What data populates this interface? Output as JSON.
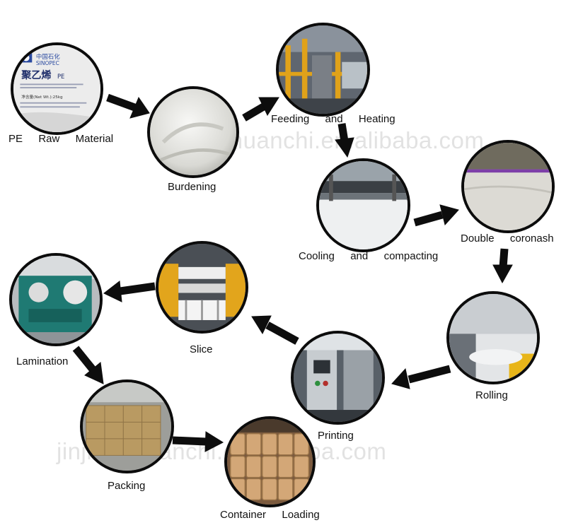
{
  "steps": [
    {
      "id": "pe-raw-material",
      "label": "PE  Raw  Material",
      "image": "pe-resin-bag"
    },
    {
      "id": "burdening",
      "label": "Burdening",
      "image": "white-pellets"
    },
    {
      "id": "feeding-heating",
      "label": "Feeding  and  Heating",
      "image": "extruder-machine"
    },
    {
      "id": "cooling-compacting",
      "label": "Cooling  and  compacting",
      "image": "cooling-rollers"
    },
    {
      "id": "double-coronash",
      "label": "Double  coronash",
      "image": "corona-roller"
    },
    {
      "id": "rolling",
      "label": "Rolling",
      "image": "film-rolls"
    },
    {
      "id": "printing",
      "label": "Printing",
      "image": "printing-machine"
    },
    {
      "id": "slice",
      "label": "Slice",
      "image": "slitting-machine"
    },
    {
      "id": "lamination",
      "label": "Lamination",
      "image": "laminating-machine"
    },
    {
      "id": "packing",
      "label": "Packing",
      "image": "carton-boxes"
    },
    {
      "id": "container-loading",
      "label": "Container  Loading",
      "image": "loaded-rolls"
    }
  ],
  "bag_text": {
    "brand_cn": "中国石化",
    "brand_en": "SINOPEC",
    "product_cn": "聚乙烯",
    "product_suffix": "PE",
    "net_weight": "净含量(Net Wt.):25kg"
  },
  "watermarks": [
    "jinjianghuanchi.en.alibaba.com",
    "jinjianghuanchi.en.alibaba.com"
  ],
  "colors": {
    "arrow": "#0d0d0d",
    "ring": "#0c0c0c",
    "label": "#111111"
  }
}
